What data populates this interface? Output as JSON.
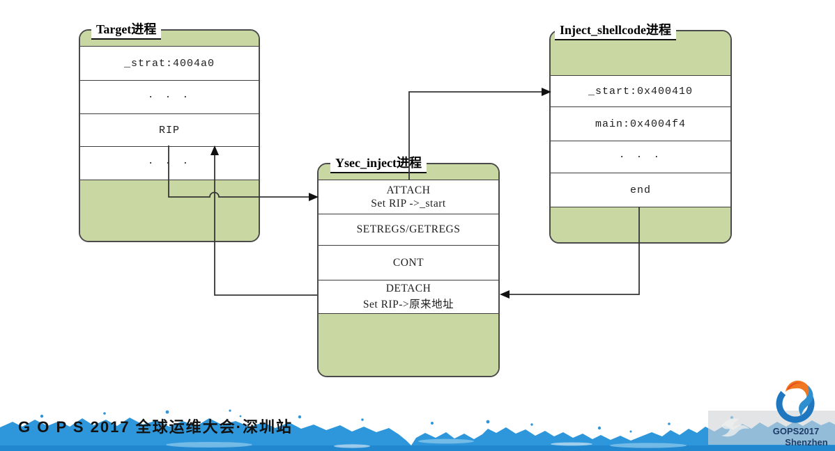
{
  "boxes": {
    "target": {
      "title": "Target进程",
      "rows": [
        "_strat:4004a0",
        "· · ·",
        "RIP",
        "· · ·"
      ]
    },
    "ysec": {
      "title": "Ysec_inject进程",
      "rows": [
        {
          "l1": "ATTACH",
          "l2": "Set RIP ->_start"
        },
        {
          "l1": "SETREGS/GETREGS"
        },
        {
          "l1": "CONT"
        },
        {
          "l1": "DETACH",
          "l2": "Set RIP->原来地址"
        }
      ]
    },
    "inject": {
      "title": "Inject_shellcode进程",
      "rows": [
        "_start:0x400410",
        "main:0x4004f4",
        "· · ·",
        "end"
      ]
    }
  },
  "footer": {
    "event_title": "G O P S 2017 全球运维大会·深圳站"
  },
  "logo": {
    "line1": "GOPS2017",
    "line2": "Shenzhen"
  },
  "colors": {
    "green_fill": "#c9d7a2",
    "box_border": "#4a4a4a",
    "connector": "#353535",
    "wave_blue": "#2e96da",
    "wave_blue_dark": "#2187cf",
    "logo_navy": "#1d3d68",
    "logo_orange": "#f07822",
    "logo_red": "#e8471f",
    "logo_blue": "#1f78bf"
  }
}
